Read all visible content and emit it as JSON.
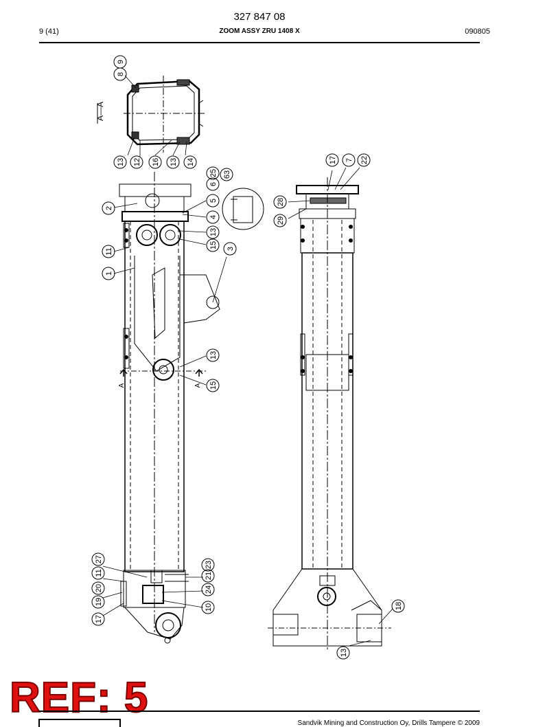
{
  "header": {
    "doc_number": "327 847 08",
    "page": "9 (41)",
    "title": "ZOOM ASSY ZRU 1408 X",
    "date": "090805"
  },
  "drawing": {
    "section_label": "A—A",
    "section_marker": "A",
    "callouts": {
      "top_view": [
        "9",
        "8",
        "13",
        "12",
        "16",
        "13",
        "14"
      ],
      "left_view": [
        "2",
        "6",
        "25",
        "63",
        "5",
        "4",
        "13",
        "15",
        "3",
        "11",
        "1",
        "13",
        "15",
        "27",
        "11",
        "21",
        "23",
        "24",
        "19",
        "20",
        "17",
        "10"
      ],
      "right_view": [
        "17",
        "7",
        "22",
        "28",
        "29",
        "18",
        "13"
      ]
    }
  },
  "stamp": {
    "text": "REF: 5"
  },
  "footer": {
    "copyright": "Sandvik Mining and Construction Oy, Drills Tampere © 2009"
  }
}
